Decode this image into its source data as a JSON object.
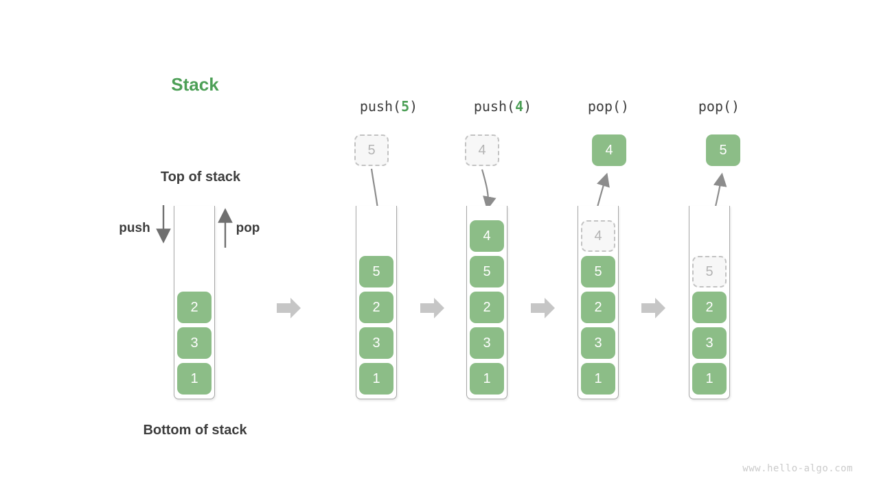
{
  "title": "Stack",
  "labels": {
    "top": "Top of stack",
    "bottom": "Bottom of stack",
    "push": "push",
    "pop": "pop"
  },
  "ops": {
    "push5": {
      "prefix": "push(",
      "arg": "5",
      "suffix": ")"
    },
    "push4": {
      "prefix": "push(",
      "arg": "4",
      "suffix": ")"
    },
    "pop1": "pop()",
    "pop2": "pop()"
  },
  "stacks": {
    "initial": {
      "items": [
        "2",
        "3",
        "1"
      ]
    },
    "after_push5": {
      "incoming": "5",
      "items": [
        "5",
        "2",
        "3",
        "1"
      ]
    },
    "after_push4": {
      "incoming": "4",
      "items": [
        "4",
        "5",
        "2",
        "3",
        "1"
      ]
    },
    "after_pop4": {
      "popped": "4",
      "ghost": "4",
      "items": [
        "5",
        "2",
        "3",
        "1"
      ]
    },
    "after_pop5": {
      "popped": "5",
      "ghost": "5",
      "items": [
        "2",
        "3",
        "1"
      ]
    }
  },
  "watermark": "www.hello-algo.com",
  "colors": {
    "accent_green": "#4C9F56",
    "box_green": "#8CBD87",
    "label_dark": "#3C3C3C",
    "arrow_gray": "#8C8C8C",
    "block_arrow_gray": "#C6C6C6",
    "ghost_border": "#C2C2C2"
  }
}
